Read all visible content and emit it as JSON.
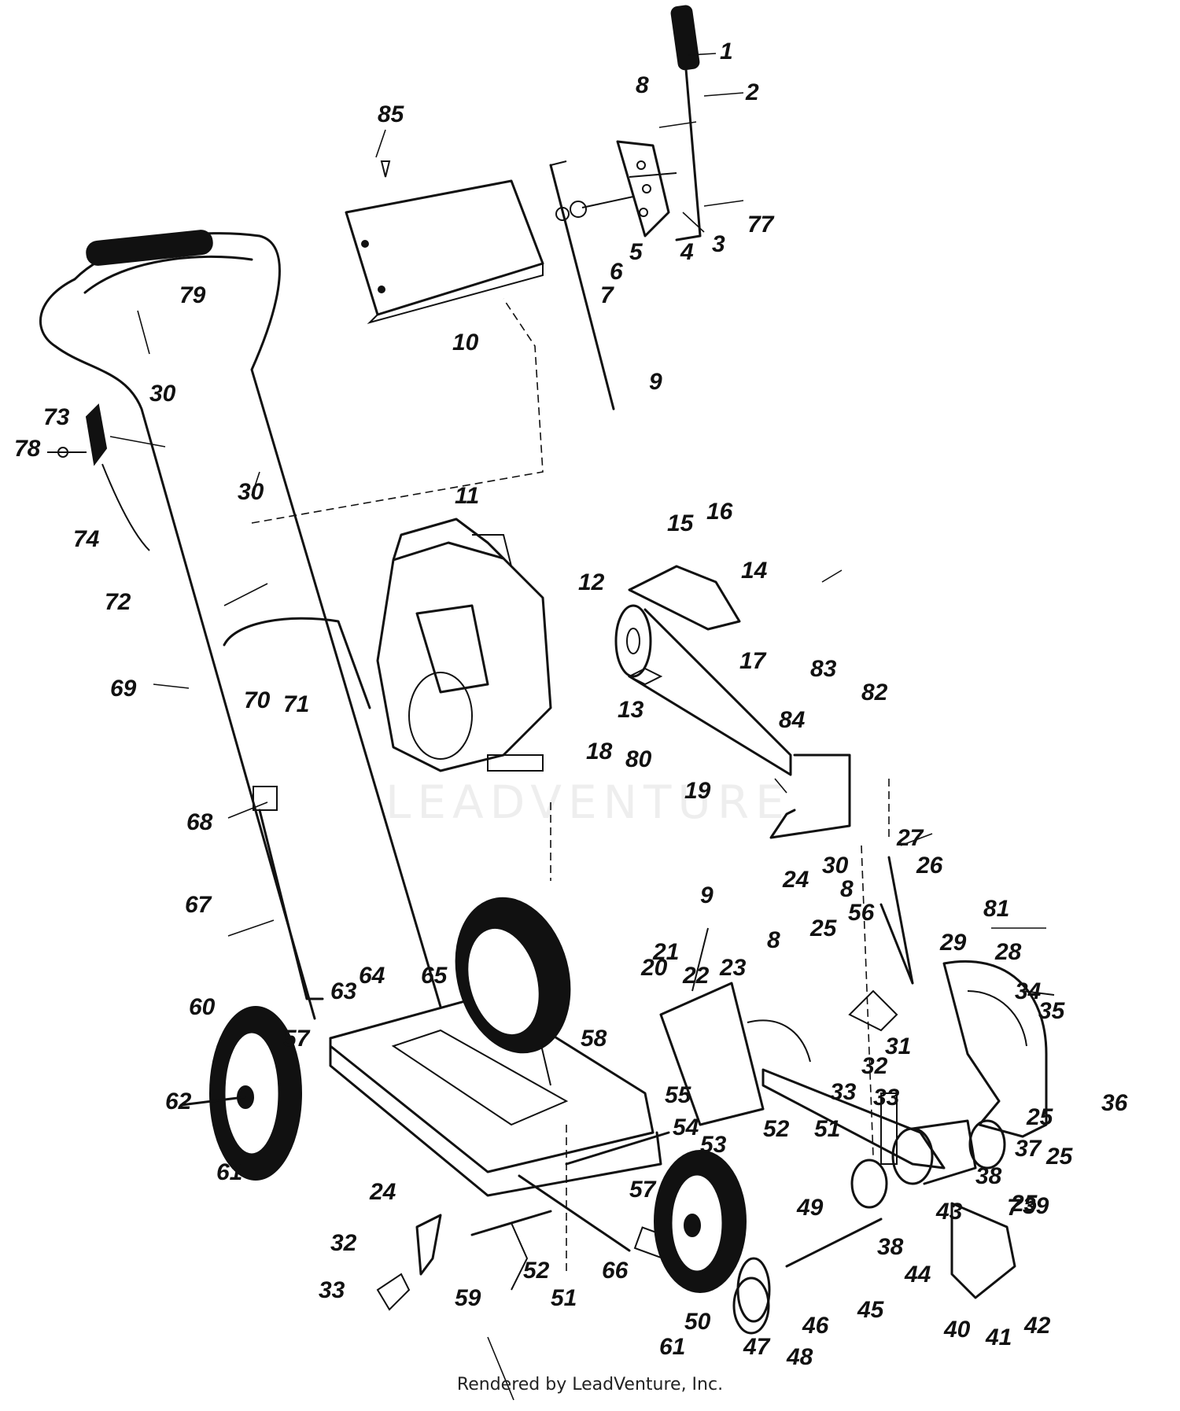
{
  "callouts": [
    "1",
    "2",
    "3",
    "4",
    "5",
    "6",
    "7",
    "7",
    "8",
    "8",
    "8",
    "9",
    "9",
    "10",
    "11",
    "12",
    "13",
    "14",
    "15",
    "16",
    "17",
    "18",
    "19",
    "20",
    "21",
    "22",
    "23",
    "24",
    "24",
    "25",
    "25",
    "25",
    "25",
    "26",
    "27",
    "28",
    "29",
    "30",
    "30",
    "30",
    "31",
    "32",
    "32",
    "33",
    "33",
    "33",
    "34",
    "35",
    "36",
    "37",
    "38",
    "38",
    "39",
    "40",
    "41",
    "42",
    "43",
    "44",
    "45",
    "46",
    "47",
    "48",
    "49",
    "50",
    "51",
    "51",
    "52",
    "52",
    "53",
    "54",
    "55",
    "56",
    "57",
    "57",
    "58",
    "59",
    "60",
    "61",
    "61",
    "62",
    "63",
    "64",
    "65",
    "66",
    "67",
    "68",
    "69",
    "70",
    "71",
    "72",
    "73",
    "74",
    "77",
    "78",
    "79",
    "80",
    "81",
    "82",
    "83",
    "84",
    "85"
  ],
  "watermark": "LEADVENTURE",
  "footer": "Rendered by LeadVenture, Inc."
}
